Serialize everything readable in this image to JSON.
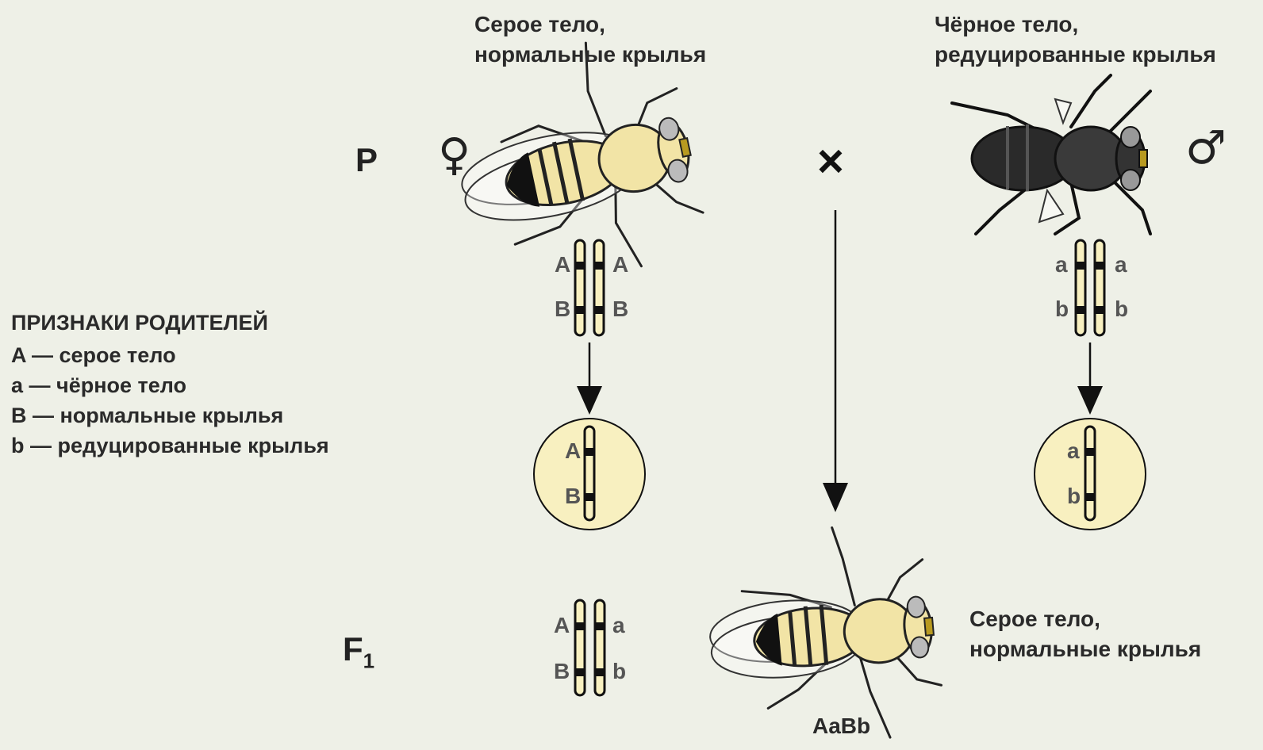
{
  "parents": {
    "female": {
      "caption_line1": "Серое тело,",
      "caption_line2": "нормальные крылья",
      "allele_top_left": "A",
      "allele_top_right": "A",
      "allele_bottom_left": "B",
      "allele_bottom_right": "B",
      "gamete_top": "A",
      "gamete_bottom": "B"
    },
    "male": {
      "caption_line1": "Чёрное тело,",
      "caption_line2": "редуцированные крылья",
      "allele_top_left": "a",
      "allele_top_right": "a",
      "allele_bottom_left": "b",
      "allele_bottom_right": "b",
      "gamete_top": "a",
      "gamete_bottom": "b"
    },
    "label": "P",
    "cross_symbol": "×",
    "female_symbol": "♀",
    "male_symbol": "♂"
  },
  "legend": {
    "title": "ПРИЗНАКИ РОДИТЕЛЕЙ",
    "items": [
      "A — серое тело",
      "a — чёрное тело",
      "B — нормальные крылья",
      "b — редуцированные крылья"
    ]
  },
  "offspring": {
    "label": "F",
    "label_sub": "1",
    "caption_line1": "Серое тело,",
    "caption_line2": "нормальные крылья",
    "genotype": "AaBb",
    "allele_top_left": "A",
    "allele_top_right": "a",
    "allele_bottom_left": "B",
    "allele_bottom_right": "b"
  },
  "colors": {
    "background": "#eef0e7",
    "gray_body": "#f2e4a6",
    "black_body": "#2a2a2a",
    "gamete_fill": "#f8f0c0"
  }
}
